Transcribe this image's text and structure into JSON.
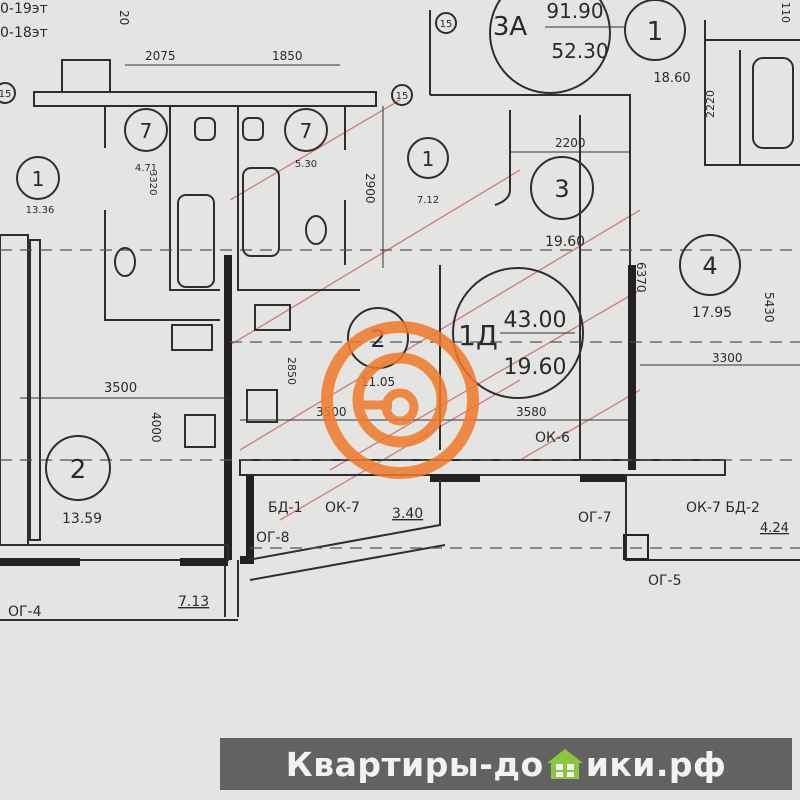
{
  "plan": {
    "floor_notes": [
      "0-19эт",
      "0-18эт"
    ],
    "dimensions": {
      "top_left_vertical": "20",
      "top_right_vertical": "110",
      "d2075": "2075",
      "d1850": "1850",
      "d2900": "2900",
      "d3320": "3320",
      "d2200": "2200",
      "d2220": "2220",
      "d6370": "6370",
      "d5430": "5430",
      "d3300": "3300",
      "d3500_left": "3500",
      "d4000": "4000",
      "d2850": "2850",
      "d3500_kitchen": "3500",
      "d3580": "3580"
    },
    "rooms": [
      {
        "id": "7",
        "area": "4.71"
      },
      {
        "id": "7",
        "area": "5.30"
      },
      {
        "id": "1",
        "area": "13.36"
      },
      {
        "id": "1",
        "area": "7.12"
      },
      {
        "id": "3",
        "area": "19.60"
      },
      {
        "id": "4",
        "area": "17.95"
      },
      {
        "id": "2",
        "area": "11.05"
      },
      {
        "id": "2",
        "area": "13.59"
      },
      {
        "id": "1",
        "area": "18.60"
      }
    ],
    "apartments": [
      {
        "type": "3А",
        "total": "91.90",
        "living": "52.30"
      },
      {
        "type": "1Д",
        "total": "43.00",
        "living": "19.60"
      }
    ],
    "axis_marker": "15",
    "elements": {
      "bd1": "БД-1",
      "ok7_left": "ОК-7",
      "balcony_left_area": "3.40",
      "og8": "ОГ-8",
      "og7": "ОГ-7",
      "ok7_bd2": "ОК-7 БД-2",
      "balcony_right_area": "4.24",
      "og5": "ОГ-5",
      "loggia_area": "7.13",
      "og4": "ОГ-4",
      "ok6": "ОК-6"
    },
    "colors": {
      "watermark": "#f07a2a",
      "line": "#2e2e2e",
      "red_line": "#c9707a"
    }
  },
  "watermark": {
    "text_before": "Квартиры-до",
    "text_after": "ики.рф",
    "full": "Квартиры-домики.рф"
  }
}
